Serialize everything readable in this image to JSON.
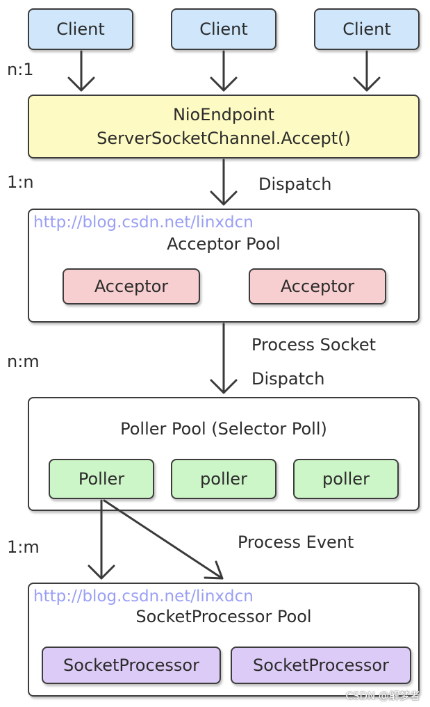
{
  "clients": [
    "Client",
    "Client",
    "Client"
  ],
  "endpoint": {
    "line1": "NioEndpoint",
    "line2": "ServerSocketChannel.Accept()"
  },
  "ratios": {
    "r1": "n:1",
    "r2": "1:n",
    "r3": "n:m",
    "r4": "1:m"
  },
  "edges": {
    "dispatch": "Dispatch",
    "process_socket": "Process Socket",
    "dispatch2": "Dispatch",
    "process_event": "Process Event"
  },
  "acceptor_pool": {
    "watermark": "http://blog.csdn.net/linxdcn",
    "title": "Acceptor Pool",
    "items": [
      "Acceptor",
      "Acceptor"
    ]
  },
  "poller_pool": {
    "title": "Poller Pool (Selector Poll)",
    "items": [
      "Poller",
      "poller",
      "poller"
    ]
  },
  "socket_pool": {
    "watermark": "http://blog.csdn.net/linxdcn",
    "title": "SocketProcessor Pool",
    "items": [
      "SocketProcessor",
      "SocketProcessor"
    ]
  },
  "credit": "CSDN @解梦者",
  "colors": {
    "client": "#cfe6fb",
    "endpoint": "#fdfbc3",
    "acceptor": "#f8cfd0",
    "poller": "#cdf6c8",
    "socket_processor": "#dccbf6",
    "watermark": "#9a9ff4"
  }
}
